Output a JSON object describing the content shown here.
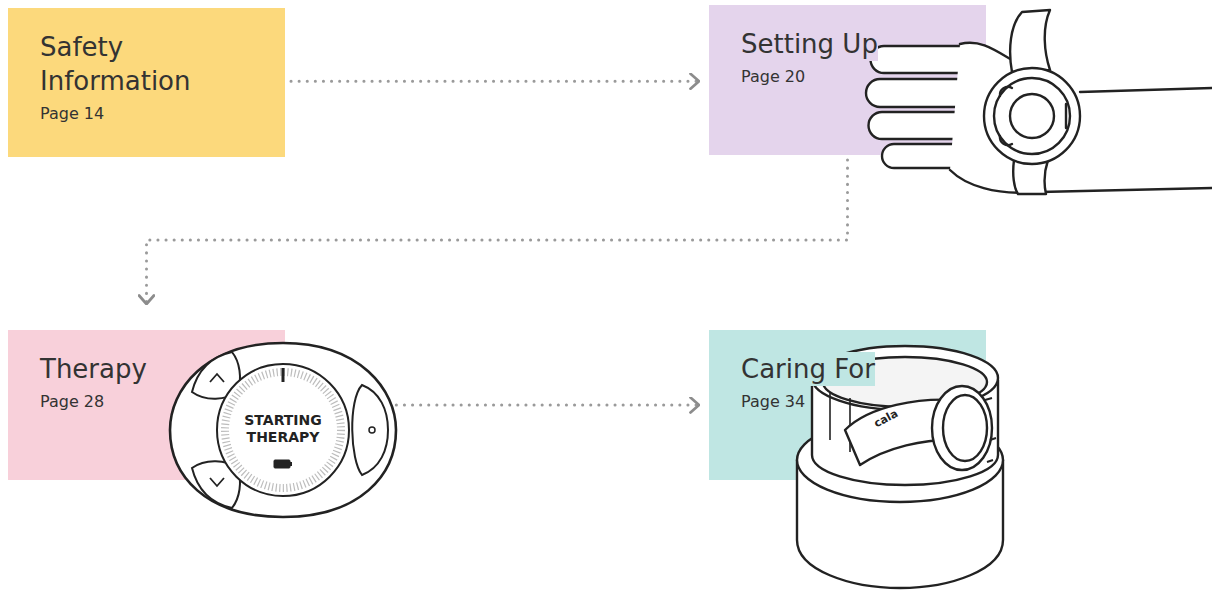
{
  "diagram": {
    "nodes": [
      {
        "text": [
          "Safety Information",
          "Page 14"
        ]
      },
      {
        "text": [
          "Setting Up",
          "Page 20"
        ]
      },
      {
        "text": [
          "Therapy",
          "Page 28"
        ]
      },
      {
        "text": [
          "Caring For",
          "Page 34"
        ]
      }
    ],
    "edges": [
      {
        "from": 0,
        "to": 1,
        "arrow": "to"
      },
      {
        "from": 1,
        "to": 2,
        "arrow": "to"
      },
      {
        "from": 2,
        "to": 3,
        "arrow": "to"
      }
    ],
    "labels": [
      "STARTING THERAPY",
      "cala"
    ]
  }
}
